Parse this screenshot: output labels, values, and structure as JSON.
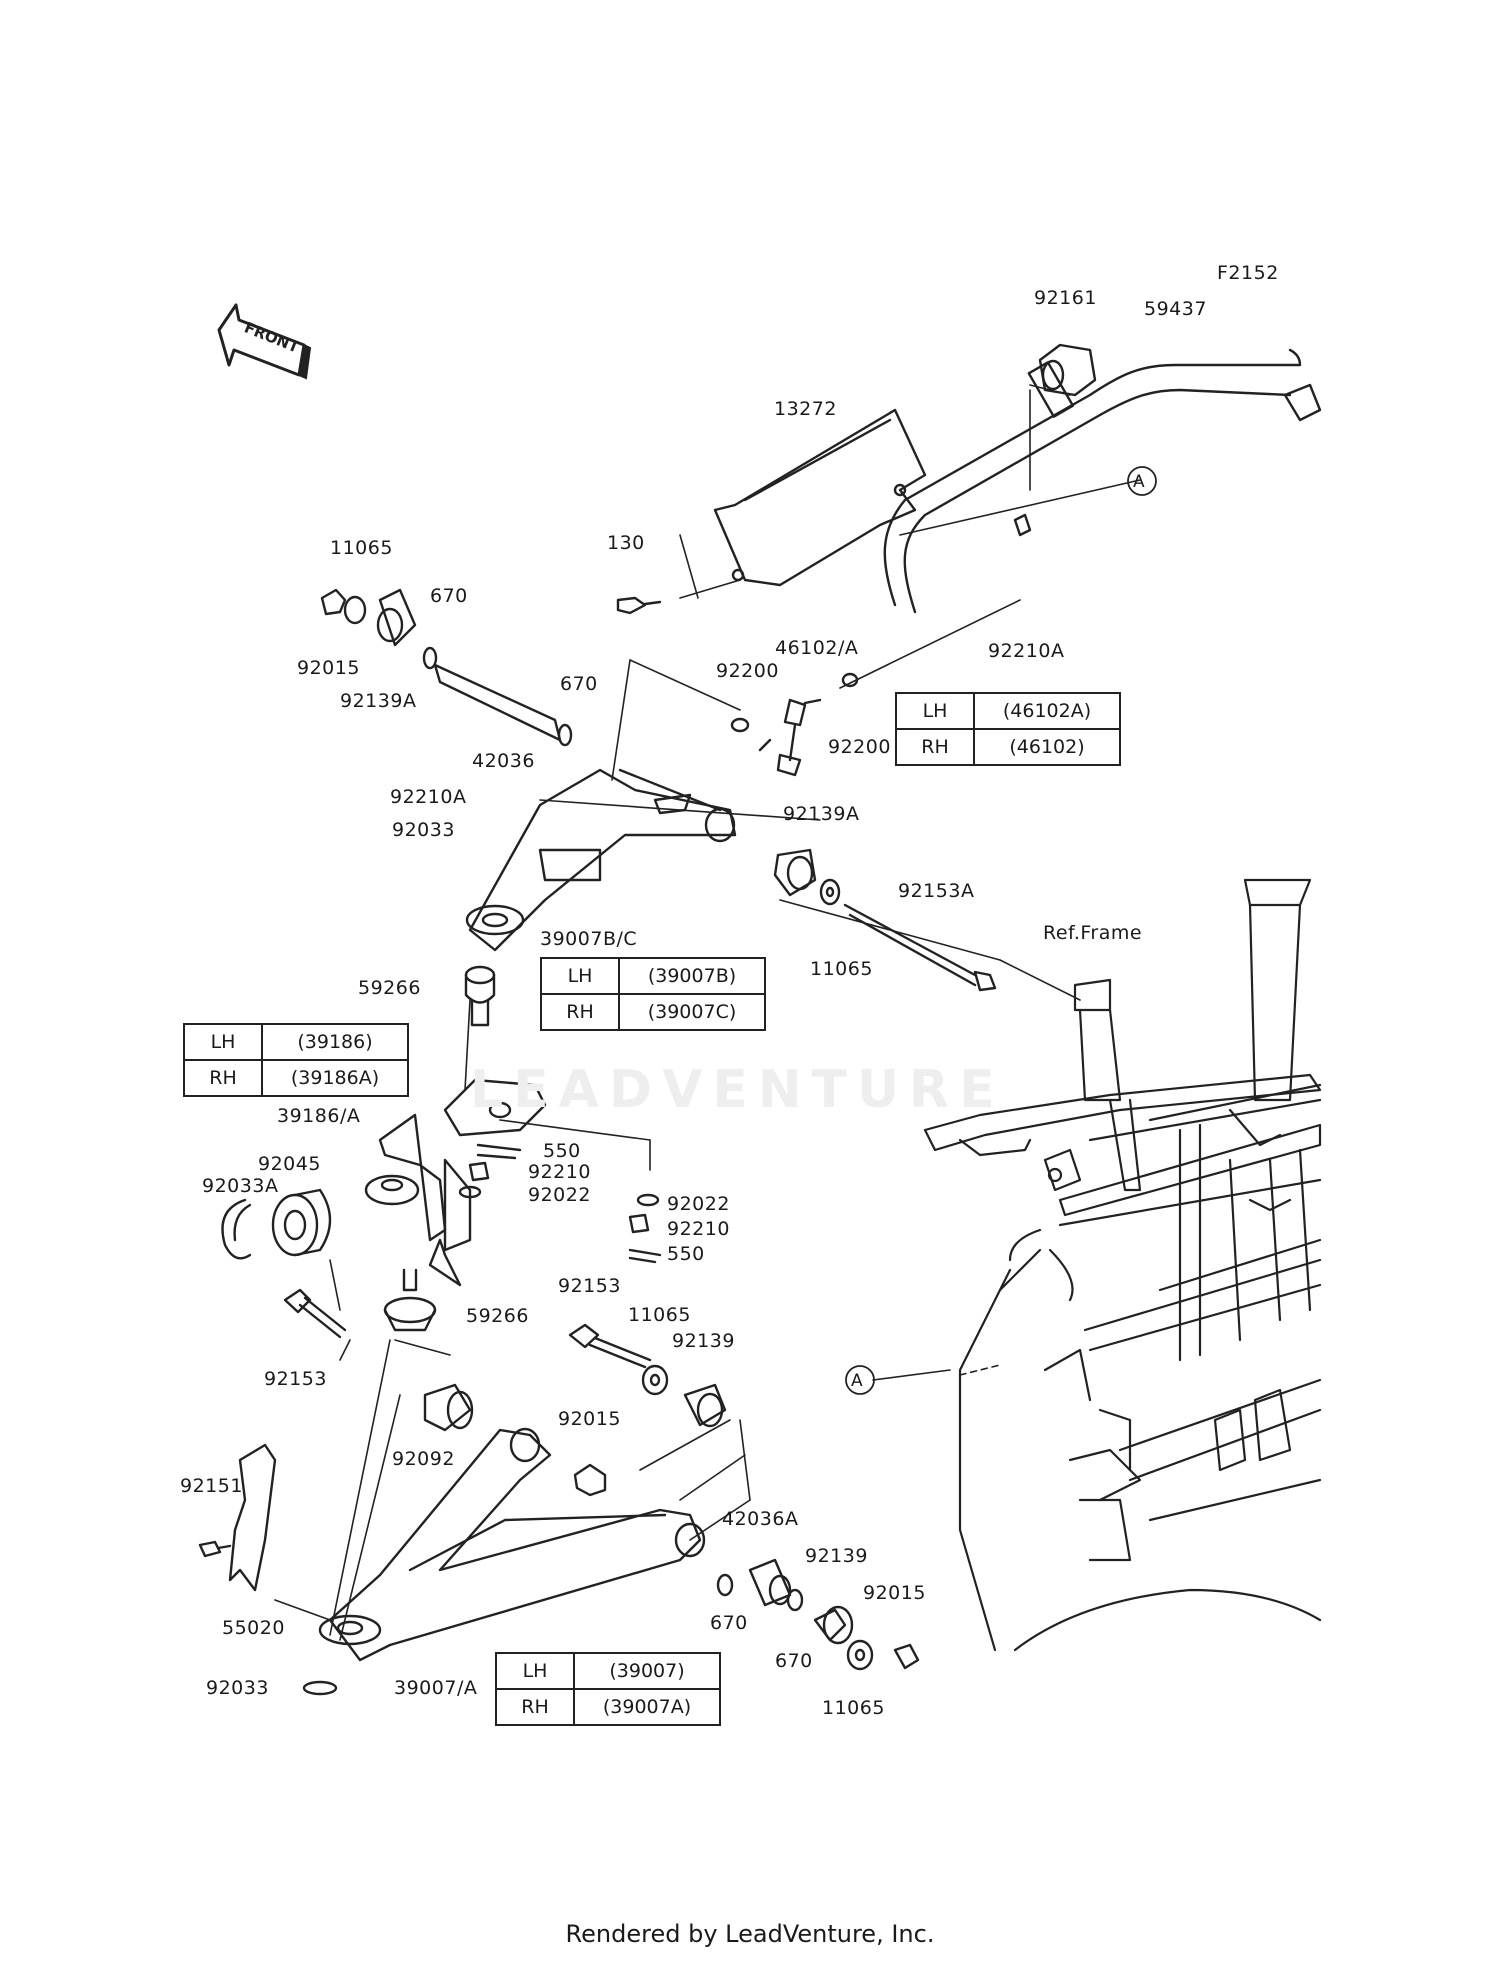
{
  "diagram_code": "F2152",
  "front_label": "FRONT",
  "ref_frame": "Ref.Frame",
  "watermark": "LEADVENTURE",
  "footer": "Rendered by LeadVenture, Inc.",
  "callout_letter": "A",
  "labels": {
    "p92161": "92161",
    "p59437": "59437",
    "p13272": "13272",
    "p130": "130",
    "p11065_a": "11065",
    "p670_a": "670",
    "p92015_a": "92015",
    "p92139A_a": "92139A",
    "p42036": "42036",
    "p670_b": "670",
    "p92200_a": "92200",
    "p46102": "46102/A",
    "p92200_b": "92200",
    "p92210A_a": "92210A",
    "p92210A_b": "92210A",
    "p92033_a": "92033",
    "p92139A_b": "92139A",
    "p11065_b": "11065",
    "p92153A": "92153A",
    "p39007BC": "39007B/C",
    "p59266_a": "59266",
    "p39186": "39186/A",
    "p550_a": "550",
    "p92210_a": "92210",
    "p92022_a": "92022",
    "p92022_b": "92022",
    "p92210_b": "92210",
    "p550_b": "550",
    "p92045": "92045",
    "p92033A": "92033A",
    "p59266_b": "59266",
    "p92153_a": "92153",
    "p11065_c": "11065",
    "p92139_a": "92139",
    "p92153_b": "92153",
    "p92092": "92092",
    "p92015_b": "92015",
    "p92151": "92151",
    "p55020": "55020",
    "p42036A": "42036A",
    "p92139_b": "92139",
    "p92015_c": "92015",
    "p670_c": "670",
    "p670_d": "670",
    "p11065_d": "11065",
    "p92033_b": "92033",
    "p39007A": "39007/A"
  },
  "tables": {
    "t46102": [
      {
        "side": "LH",
        "part": "(46102A)"
      },
      {
        "side": "RH",
        "part": "(46102)"
      }
    ],
    "t39007BC": [
      {
        "side": "LH",
        "part": "(39007B)"
      },
      {
        "side": "RH",
        "part": "(39007C)"
      }
    ],
    "t39186": [
      {
        "side": "LH",
        "part": "(39186)"
      },
      {
        "side": "RH",
        "part": "(39186A)"
      }
    ],
    "t39007": [
      {
        "side": "LH",
        "part": "(39007)"
      },
      {
        "side": "RH",
        "part": "(39007A)"
      }
    ]
  }
}
